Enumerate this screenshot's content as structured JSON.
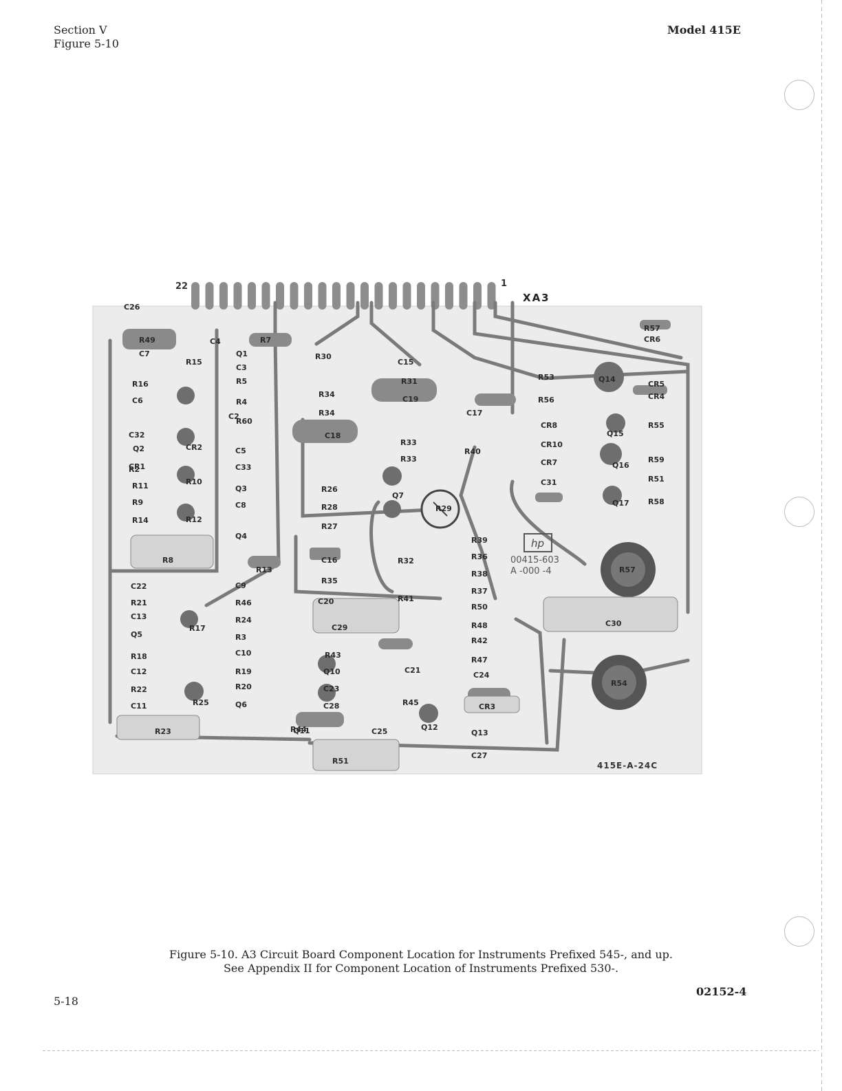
{
  "header": {
    "section": "Section V",
    "figure_ref": "Figure 5-10",
    "model": "Model 415E"
  },
  "board": {
    "connector_label": "XA3",
    "connector_pin_first": "22",
    "connector_pin_last": "1",
    "logo_text": "hp",
    "part_number": "00415-603",
    "revision": "A -000 -4",
    "board_code": "415E-A-24C",
    "components": [
      "R57",
      "CR6",
      "R53",
      "Q14",
      "CR5",
      "CR4",
      "R56",
      "CR8",
      "Q15",
      "R55",
      "CR10",
      "Q16",
      "R59",
      "CR7",
      "R51",
      "C31",
      "Q17",
      "R58",
      "R57",
      "C30",
      "R54",
      "R30",
      "C15",
      "R31",
      "R34",
      "C19",
      "R34",
      "C17",
      "C18",
      "R33",
      "R33",
      "R40",
      "Q7",
      "R26",
      "R29",
      "R28",
      "R27",
      "R39",
      "R36",
      "C16",
      "R32",
      "R38",
      "R35",
      "R37",
      "C20",
      "R41",
      "R50",
      "C29",
      "R48",
      "R42",
      "R43",
      "R47",
      "Q10",
      "C21",
      "C24",
      "C23",
      "R45",
      "CR3",
      "C28",
      "Q11",
      "C25",
      "Q12",
      "Q13",
      "R51",
      "C27",
      "R49",
      "C4",
      "R7",
      "C7",
      "Q1",
      "R15",
      "C3",
      "R16",
      "R5",
      "C6",
      "R4",
      "R60",
      "C2",
      "C32",
      "CR2",
      "Q2",
      "C5",
      "CR1",
      "C33",
      "R2",
      "R10",
      "Q3",
      "R11",
      "C8",
      "R9",
      "R12",
      "R14",
      "Q4",
      "R8",
      "R13",
      "C22",
      "C9",
      "R21",
      "R46",
      "C13",
      "R17",
      "R24",
      "Q5",
      "R3",
      "C10",
      "R18",
      "R19",
      "C12",
      "R22",
      "R20",
      "C11",
      "R25",
      "Q6",
      "R23",
      "R44",
      "C26"
    ]
  },
  "caption": {
    "line1": "Figure 5-10.  A3 Circuit Board Component Location for Instruments Prefixed 545-, and up.",
    "line2": "See Appendix II for Component Location of Instruments Prefixed 530-."
  },
  "footer": {
    "page_number": "5-18",
    "doc_code": "02152-4"
  }
}
